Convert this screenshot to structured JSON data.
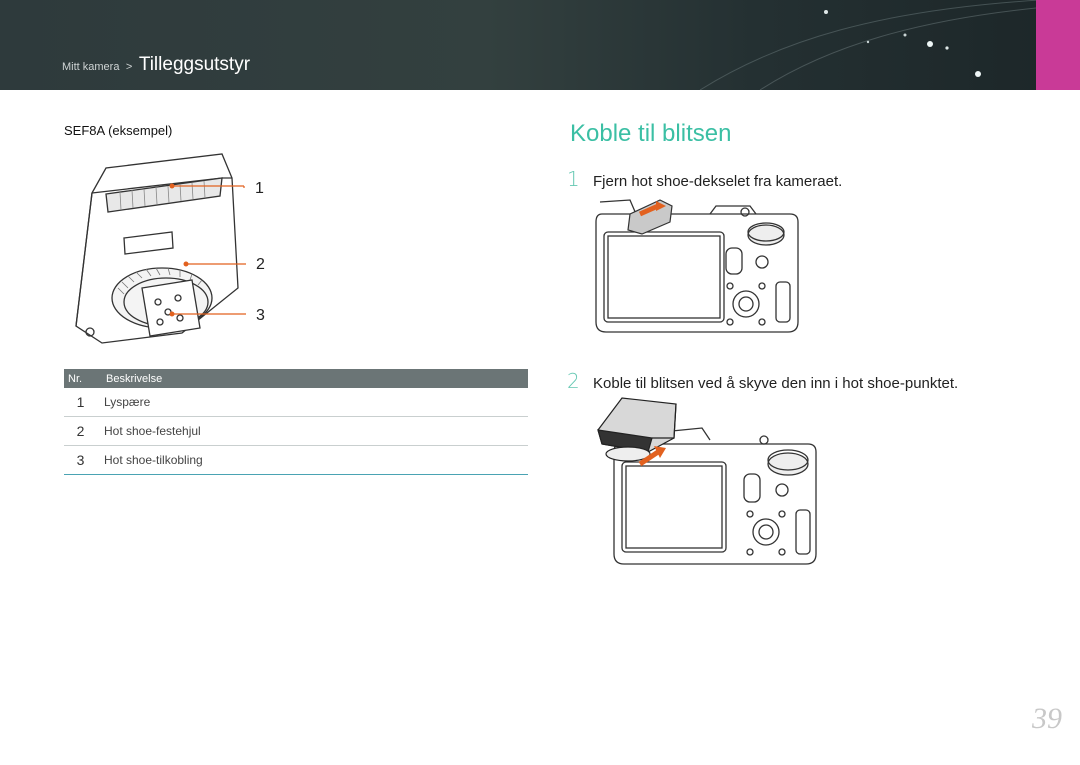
{
  "header": {
    "breadcrumb_parent": "Mitt kamera",
    "breadcrumb_sep": ">",
    "breadcrumb_current": "Tilleggsutstyr",
    "accent_color": "#c93a97"
  },
  "left": {
    "example_label": "SEF8A (eksempel)",
    "callouts": [
      "1",
      "2",
      "3"
    ],
    "table": {
      "headers": [
        "Nr.",
        "Beskrivelse"
      ],
      "rows": [
        {
          "nr": "1",
          "desc": "Lyspære"
        },
        {
          "nr": "2",
          "desc": "Hot shoe-festehjul"
        },
        {
          "nr": "3",
          "desc": "Hot shoe-tilkobling"
        }
      ]
    }
  },
  "right": {
    "title": "Koble til blitsen",
    "title_color": "#3bbfa4",
    "steps": [
      {
        "num": "1",
        "text": "Fjern hot shoe-dekselet fra kameraet."
      },
      {
        "num": "2",
        "text": "Koble til blitsen ved å skyve den inn i hot shoe-punktet."
      }
    ]
  },
  "page_number": "39"
}
